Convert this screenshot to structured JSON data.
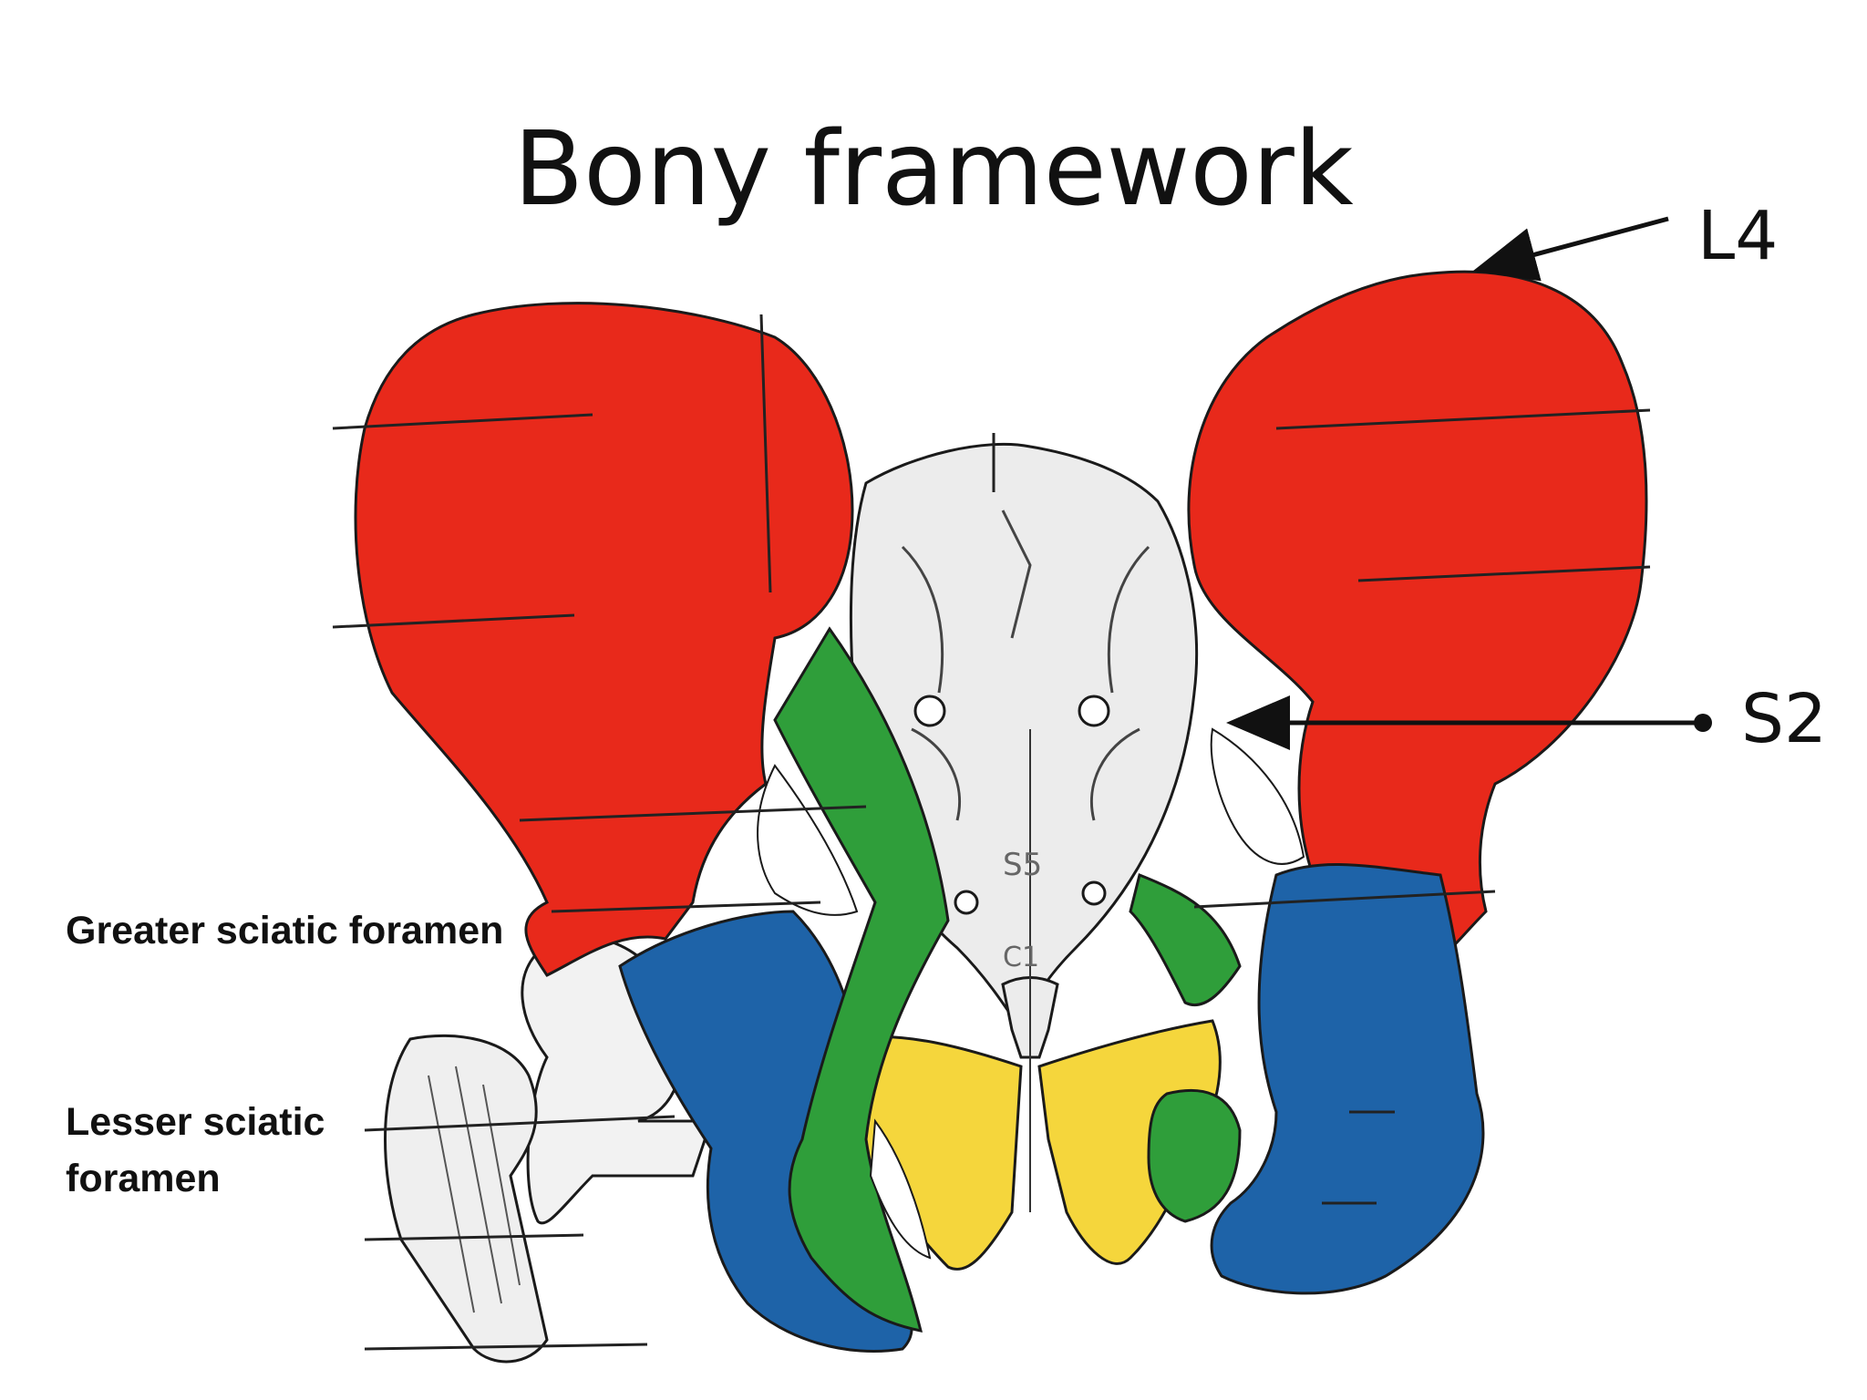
{
  "slide": {
    "title": "Bony framework"
  },
  "labels": {
    "l4": "L4",
    "s2": "S2",
    "greater_sciatic_foramen": "Greater sciatic foramen",
    "lesser_sciatic_foramen": "Lesser sciatic foramen",
    "s5": "S5",
    "c1": "C1"
  },
  "colors": {
    "ilium": "#e8291b",
    "ischium": "#1e63a8",
    "pubis": "#f5d63c",
    "ligament": "#2f9e3a",
    "bone": "#ececec",
    "outline": "#1a1a1a"
  }
}
